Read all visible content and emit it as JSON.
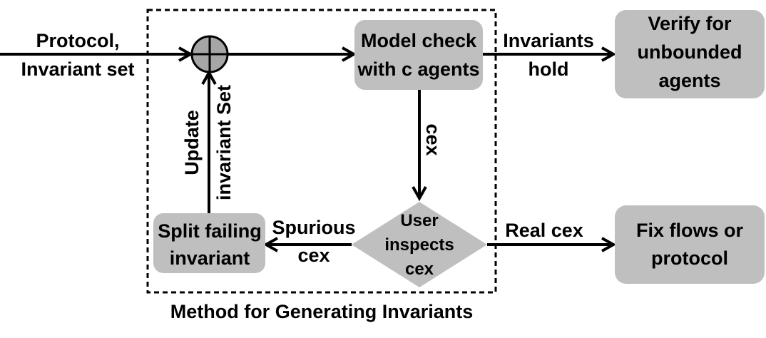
{
  "diagram": {
    "input_label": {
      "line1": "Protocol,",
      "line2": "Invariant set"
    },
    "nodes": {
      "model_check": {
        "line1": "Model check",
        "line2": "with c agents"
      },
      "verify": {
        "line1": "Verify for",
        "line2": "unbounded",
        "line3": "agents"
      },
      "user_inspects": {
        "line1": "User",
        "line2": "inspects",
        "line3": "cex"
      },
      "split": {
        "line1": "Split failing",
        "line2": "invariant"
      },
      "fix": {
        "line1": "Fix flows or",
        "line2": "protocol"
      }
    },
    "edges": {
      "invariants_hold": {
        "line1": "Invariants",
        "line2": "hold"
      },
      "cex": "cex",
      "spurious": {
        "line1": "Spurious",
        "line2": "cex"
      },
      "real_cex": "Real cex",
      "update": {
        "line1": "Update",
        "line2": "invariant Set"
      }
    },
    "method_caption": "Method for Generating Invariants",
    "colors": {
      "box_fill": "#bfbfbf",
      "junction_fill": "#a6a6a6",
      "stroke": "#000000"
    }
  }
}
